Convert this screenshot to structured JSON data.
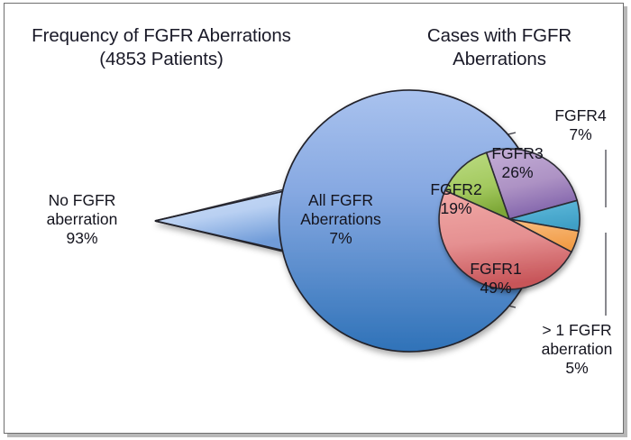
{
  "figure": {
    "background": "#ffffff",
    "frame_color": "#6e6e6e"
  },
  "titles": {
    "left": "Frequency of FGFR Aberrations\n(4853 Patients)",
    "right": "Cases with FGFR\nAberrations"
  },
  "labels": {
    "no_fgfr": "No FGFR\naberration\n93%",
    "all_fgfr": "All FGFR\nAberrations\n7%",
    "fgfr1": "FGFR1\n49%",
    "fgfr2": "FGFR2\n19%",
    "fgfr3": "FGFR3\n26%",
    "fgfr4": "FGFR4\n7%",
    "multi": "> 1 FGFR\naberration\n5%"
  },
  "chart_data": [
    {
      "type": "pie",
      "title": "Frequency of FGFR Aberrations (4853 Patients)",
      "subtitle": "4853 Patients",
      "total_patients": 4853,
      "units": "percent",
      "legend": "none",
      "labels_inside": true,
      "categories": [
        "No FGFR aberration",
        "All FGFR Aberrations"
      ],
      "values": [
        93,
        7
      ],
      "value_labels": [
        "93%",
        "7%"
      ],
      "colors": [
        "#5b8fd0",
        "#a8c4ea"
      ],
      "start_angle_deg": 13,
      "direction": "clockwise",
      "annotations": [
        "No FGFR aberration 93%",
        "All FGFR Aberrations 7%"
      ]
    },
    {
      "type": "pie",
      "title": "Cases with FGFR Aberrations",
      "units": "percent",
      "legend": "none",
      "labels_inside": true,
      "categories": [
        "FGFR1",
        "FGFR2",
        "FGFR3",
        "FGFR4",
        "> 1 FGFR aberration"
      ],
      "values": [
        49,
        19,
        26,
        7,
        5
      ],
      "value_labels": [
        "49%",
        "19%",
        "26%",
        "7%",
        "5%"
      ],
      "colors": [
        "#e89a9a",
        "#a5cb62",
        "#ad92c4",
        "#4bacd0",
        "#f5ae6a"
      ],
      "start_angle_deg": -55,
      "direction": "clockwise",
      "annotations": [
        "FGFR1 49%",
        "FGFR2 19%",
        "FGFR3 26%",
        "FGFR4 7%",
        "> 1 FGFR aberration 5%"
      ]
    }
  ],
  "colors": {
    "blue_light": "#a8c4ea",
    "blue_dark": "#2f72b8",
    "exploded_light": "#cfdef5",
    "pink": "#e89a9a",
    "pink_dark": "#c8494c",
    "green": "#a5cb62",
    "green_dark": "#6f9a2e",
    "purple": "#ad92c4",
    "purple_dark": "#7b5ea0",
    "cyan": "#4bacd0",
    "orange": "#f5ae6a",
    "outline": "#2b2b33",
    "text": "#14141e"
  }
}
